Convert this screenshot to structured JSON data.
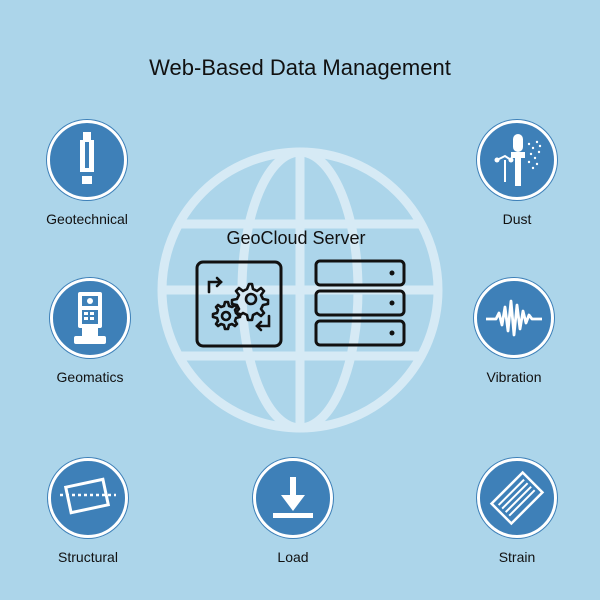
{
  "title": "Web-Based Data Management",
  "server": {
    "label": "GeoCloud Server"
  },
  "nodes": {
    "geotechnical": {
      "label": "Geotechnical",
      "icon": "piezometer-icon"
    },
    "geomatics": {
      "label": "Geomatics",
      "icon": "total-station-icon"
    },
    "structural": {
      "label": "Structural",
      "icon": "tiltmeter-icon"
    },
    "load": {
      "label": "Load",
      "icon": "load-arrow-icon"
    },
    "dust": {
      "label": "Dust",
      "icon": "dust-monitor-icon"
    },
    "vibration": {
      "label": "Vibration",
      "icon": "vibration-wave-icon"
    },
    "strain": {
      "label": "Strain",
      "icon": "strain-gauge-icon"
    }
  },
  "colors": {
    "background": "#acd5ea",
    "node_fill": "#3e80b8",
    "globe_lines": "#d6eaf5",
    "icon_stroke": "#111111"
  }
}
